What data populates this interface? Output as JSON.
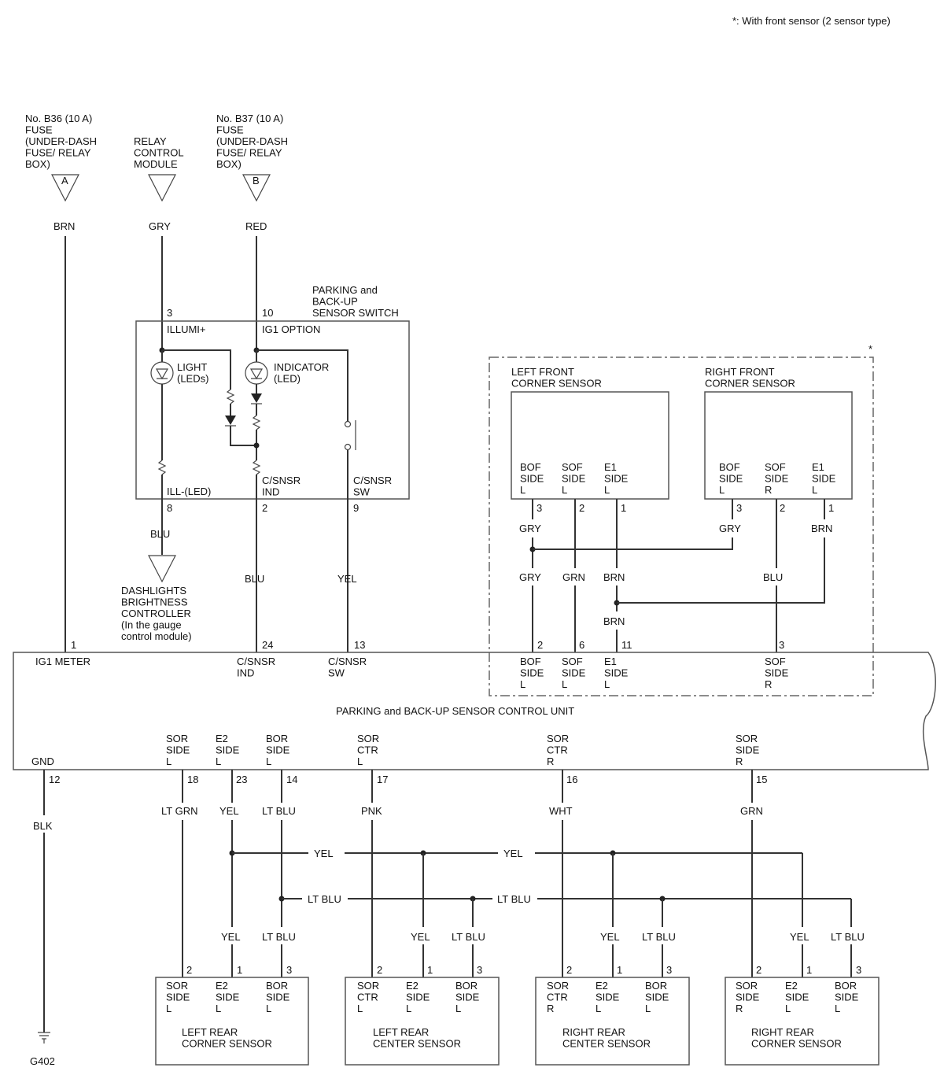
{
  "note": "*: With front sensor (2 sensor type)",
  "asterisk": "*",
  "sources": {
    "fuse_a": {
      "lines": [
        "No. B36 (10 A)",
        "FUSE",
        "(UNDER-DASH",
        "FUSE/ RELAY",
        "BOX)"
      ],
      "connector": "A",
      "wire": "BRN"
    },
    "relay": {
      "lines": [
        "RELAY",
        "CONTROL",
        "MODULE"
      ],
      "wire": "GRY"
    },
    "fuse_b": {
      "lines": [
        "No. B37 (10 A)",
        "FUSE",
        "(UNDER-DASH",
        "FUSE/ RELAY",
        "BOX)"
      ],
      "connector": "B",
      "wire": "RED"
    }
  },
  "switch": {
    "title": [
      "PARKING and",
      "BACK-UP",
      "SENSOR SWITCH"
    ],
    "pin3": "3",
    "pin10": "10",
    "pin8": "8",
    "pin2": "2",
    "pin9": "9",
    "illumi": "ILLUMI+",
    "ig1": "IG1 OPTION",
    "light": [
      "LIGHT",
      "(LEDs)"
    ],
    "indicator": [
      "INDICATOR",
      "(LED)"
    ],
    "ill_led": "ILL-(LED)",
    "csnsr_ind": [
      "C/SNSR",
      "IND"
    ],
    "csnsr_sw": [
      "C/SNSR",
      "SW"
    ]
  },
  "dash": {
    "wire": "BLU",
    "lines": [
      "DASHLIGHTS",
      "BRIGHTNESS",
      "CONTROLLER",
      "(In the gauge",
      "control module)"
    ]
  },
  "wires": {
    "ind": "BLU",
    "sw": "YEL"
  },
  "front": {
    "left": {
      "title": [
        "LEFT FRONT",
        "CORNER SENSOR"
      ],
      "pins": [
        [
          "BOF",
          "SIDE",
          "L"
        ],
        [
          "SOF",
          "SIDE",
          "L"
        ],
        [
          "E1",
          "SIDE",
          "L"
        ]
      ],
      "nums": [
        "3",
        "2",
        "1"
      ]
    },
    "right": {
      "title": [
        "RIGHT FRONT",
        "CORNER SENSOR"
      ],
      "pins": [
        [
          "BOF",
          "SIDE",
          "L"
        ],
        [
          "SOF",
          "SIDE",
          "R"
        ],
        [
          "E1",
          "SIDE",
          "L"
        ]
      ],
      "nums": [
        "3",
        "2",
        "1"
      ]
    },
    "wire_labels": {
      "gry_top": "GRY",
      "gry_right": "GRY",
      "brn_right": "BRN",
      "gry": "GRY",
      "grn": "GRN",
      "brn": "BRN",
      "blu": "BLU",
      "brn_low": "BRN"
    }
  },
  "unit": {
    "title": "PARKING and BACK-UP SENSOR CONTROL UNIT",
    "top_pins": {
      "p1": "1",
      "p24": "24",
      "p13": "13",
      "p2": "2",
      "p6": "6",
      "p11": "11",
      "p3": "3"
    },
    "top_labels": {
      "ig1": [
        "IG1 METER"
      ],
      "ind": [
        "C/SNSR",
        "IND"
      ],
      "sw": [
        "C/SNSR",
        "SW"
      ],
      "bof": [
        "BOF",
        "SIDE",
        "L"
      ],
      "sof": [
        "SOF",
        "SIDE",
        "L"
      ],
      "e1": [
        "E1",
        "SIDE",
        "L"
      ],
      "sofr": [
        "SOF",
        "SIDE",
        "R"
      ]
    },
    "bottom_labels": {
      "gnd": [
        "GND"
      ],
      "sor_l": [
        "SOR",
        "SIDE",
        "L"
      ],
      "e2_l": [
        "E2",
        "SIDE",
        "L"
      ],
      "bor_l": [
        "BOR",
        "SIDE",
        "L"
      ],
      "sor_ctr_l": [
        "SOR",
        "CTR",
        "L"
      ],
      "sor_ctr_r": [
        "SOR",
        "CTR",
        "R"
      ],
      "sor_r": [
        "SOR",
        "SIDE",
        "R"
      ]
    },
    "bottom_pins": {
      "p12": "12",
      "p18": "18",
      "p23": "23",
      "p14": "14",
      "p17": "17",
      "p16": "16",
      "p15": "15"
    }
  },
  "rear": {
    "wire_top": {
      "gnd": "BLK",
      "s18": "LT GRN",
      "s23": "YEL",
      "s14": "LT BLU",
      "s17": "PNK",
      "s16": "WHT",
      "s15": "GRN"
    },
    "bus": {
      "yel1": "YEL",
      "yel2": "YEL",
      "ltblu1": "LT BLU",
      "ltblu2": "LT BLU"
    },
    "drops": {
      "yel": "YEL",
      "ltblu": "LT BLU"
    },
    "ground": "G402",
    "sensors": [
      {
        "title": [
          "LEFT REAR",
          "CORNER SENSOR"
        ],
        "pins": [
          [
            "SOR",
            "SIDE",
            "L"
          ],
          [
            "E2",
            "SIDE",
            "L"
          ],
          [
            "BOR",
            "SIDE",
            "L"
          ]
        ],
        "nums": [
          "2",
          "1",
          "3"
        ]
      },
      {
        "title": [
          "LEFT REAR",
          "CENTER SENSOR"
        ],
        "pins": [
          [
            "SOR",
            "CTR",
            "L"
          ],
          [
            "E2",
            "SIDE",
            "L"
          ],
          [
            "BOR",
            "SIDE",
            "L"
          ]
        ],
        "nums": [
          "2",
          "1",
          "3"
        ]
      },
      {
        "title": [
          "RIGHT REAR",
          "CENTER SENSOR"
        ],
        "pins": [
          [
            "SOR",
            "CTR",
            "R"
          ],
          [
            "E2",
            "SIDE",
            "L"
          ],
          [
            "BOR",
            "SIDE",
            "L"
          ]
        ],
        "nums": [
          "2",
          "1",
          "3"
        ]
      },
      {
        "title": [
          "RIGHT REAR",
          "CORNER SENSOR"
        ],
        "pins": [
          [
            "SOR",
            "SIDE",
            "R"
          ],
          [
            "E2",
            "SIDE",
            "L"
          ],
          [
            "BOR",
            "SIDE",
            "L"
          ]
        ],
        "nums": [
          "2",
          "1",
          "3"
        ]
      }
    ]
  }
}
